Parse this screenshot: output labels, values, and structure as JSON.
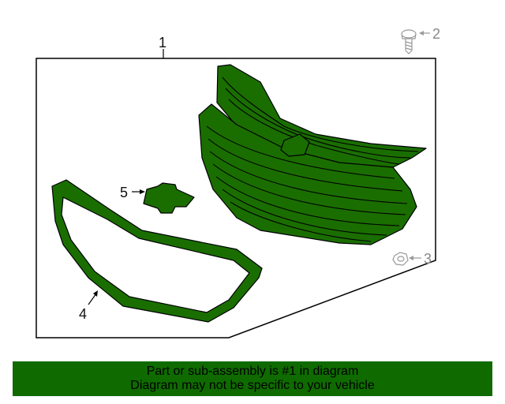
{
  "diagram": {
    "callouts": {
      "grille_assembly": "1",
      "screw": "2",
      "clip": "3",
      "molding": "4",
      "emblem": "5"
    },
    "colors": {
      "part_fill": "#1a6e00",
      "part_stroke": "#000000",
      "hardware": "#999999"
    }
  },
  "banner": {
    "line1": "Part or sub-assembly is #1 in diagram",
    "line2": "Diagram may not be specific to your vehicle",
    "background": "#0f6b00"
  }
}
